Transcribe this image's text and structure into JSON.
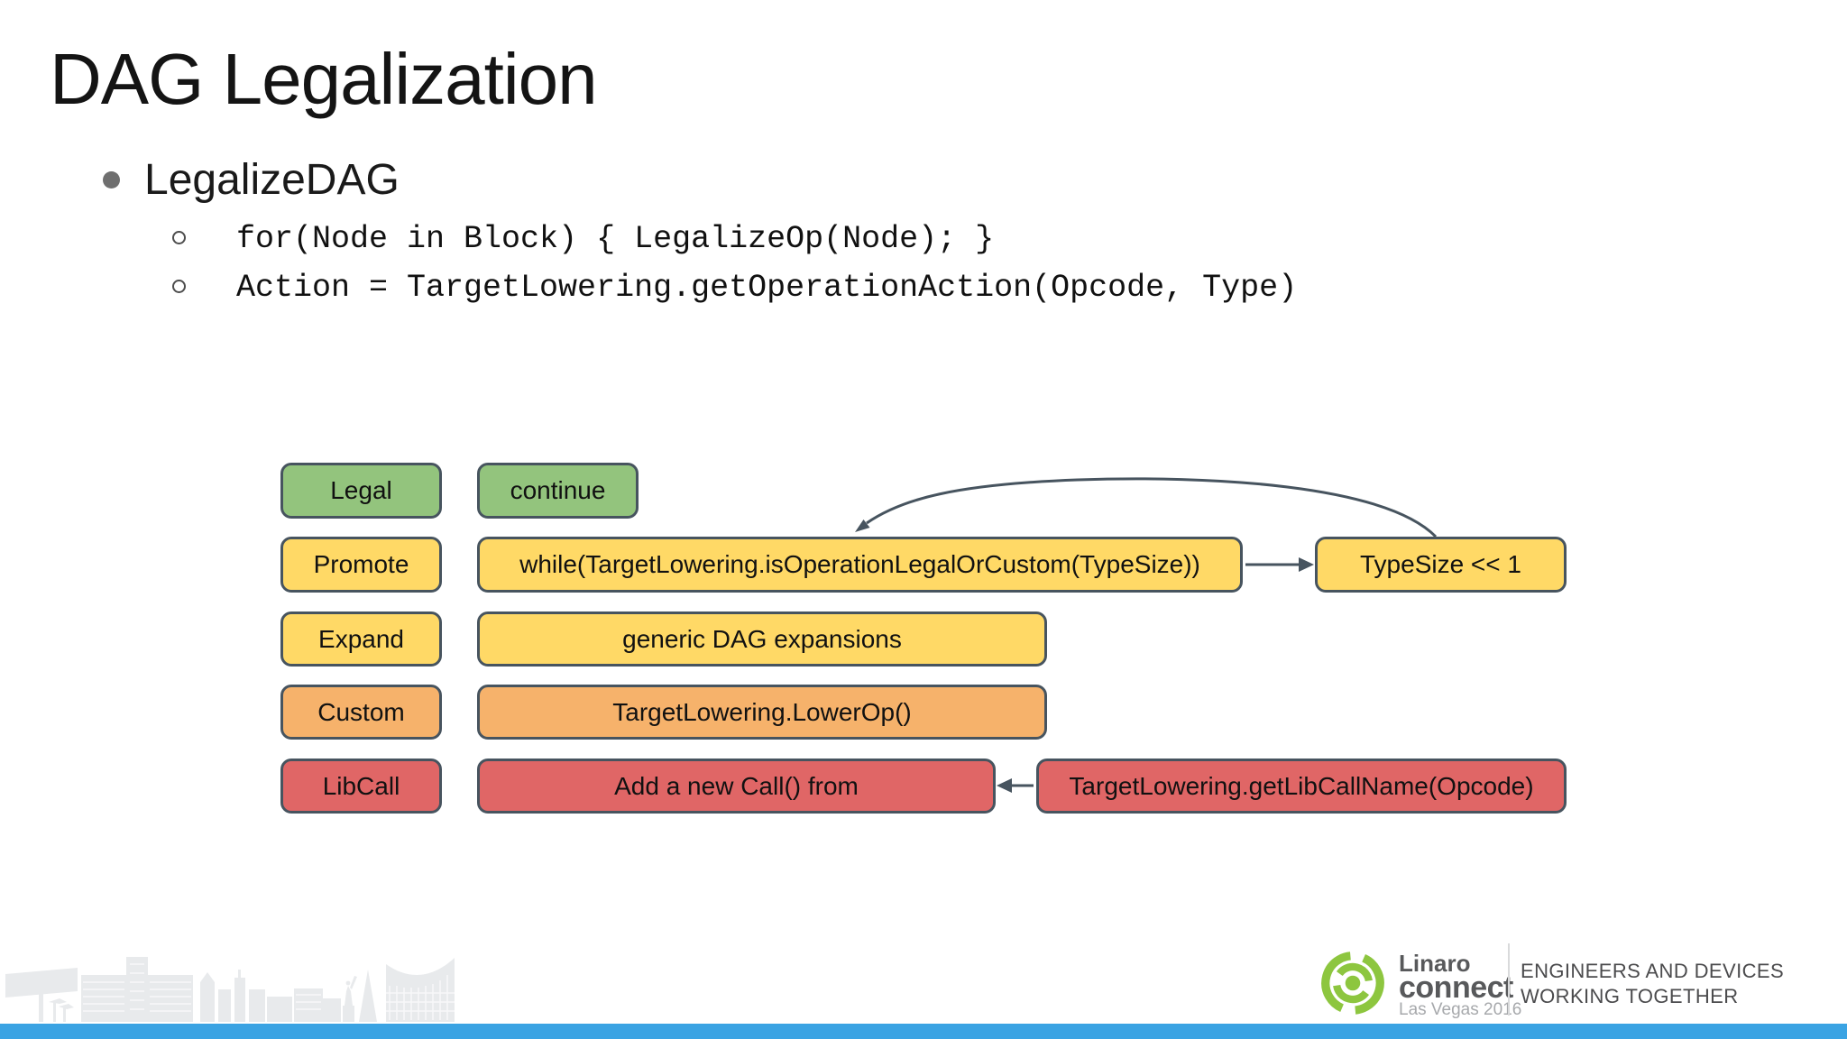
{
  "slide": {
    "title": "DAG Legalization",
    "bullet": "LegalizeDAG",
    "code_lines": [
      "for(Node in Block) { LegalizeOp(Node); }",
      "Action = TargetLowering.getOperationAction(Opcode, Type)"
    ]
  },
  "diagram": {
    "boxes": {
      "legal": {
        "label": "Legal",
        "color": "#93c47d"
      },
      "continue": {
        "label": "continue",
        "color": "#93c47d"
      },
      "promote": {
        "label": "Promote",
        "color": "#ffd966"
      },
      "while_loop": {
        "label": "while(TargetLowering.isOperationLegalOrCustom(TypeSize))",
        "color": "#ffd966"
      },
      "typesize": {
        "label": "TypeSize << 1",
        "color": "#ffd966"
      },
      "expand": {
        "label": "Expand",
        "color": "#ffd966"
      },
      "generic": {
        "label": "generic DAG expansions",
        "color": "#ffd966"
      },
      "custom": {
        "label": "Custom",
        "color": "#f6b26b"
      },
      "lowerop": {
        "label": "TargetLowering.LowerOp()",
        "color": "#f6b26b"
      },
      "libcall": {
        "label": "LibCall",
        "color": "#e06666"
      },
      "addcall": {
        "label": "Add a new Call() from",
        "color": "#e06666"
      },
      "getlibcall": {
        "label": "TargetLowering.getLibCallName(Opcode)",
        "color": "#e06666"
      }
    },
    "arrows": {
      "while_to_typesize": "right",
      "getlibcall_to_addcall": "left",
      "typesize_to_while": "curved-back-edge"
    }
  },
  "footer": {
    "logo": {
      "brand_top": "Linaro",
      "brand_bottom": "connect",
      "event": "Las Vegas 2016"
    },
    "tagline_line1": "ENGINEERS AND DEVICES",
    "tagline_line2": "WORKING TOGETHER"
  },
  "palette": {
    "box_border": "#47545f",
    "arrow": "#47545f",
    "green": "#93c47d",
    "yellow": "#ffd966",
    "orange": "#f6b26b",
    "red": "#e06666",
    "bottom_bar_blue": "#3aa3e3",
    "logo_green": "#8dc63f",
    "skyline_gray": "#e8eaec"
  }
}
